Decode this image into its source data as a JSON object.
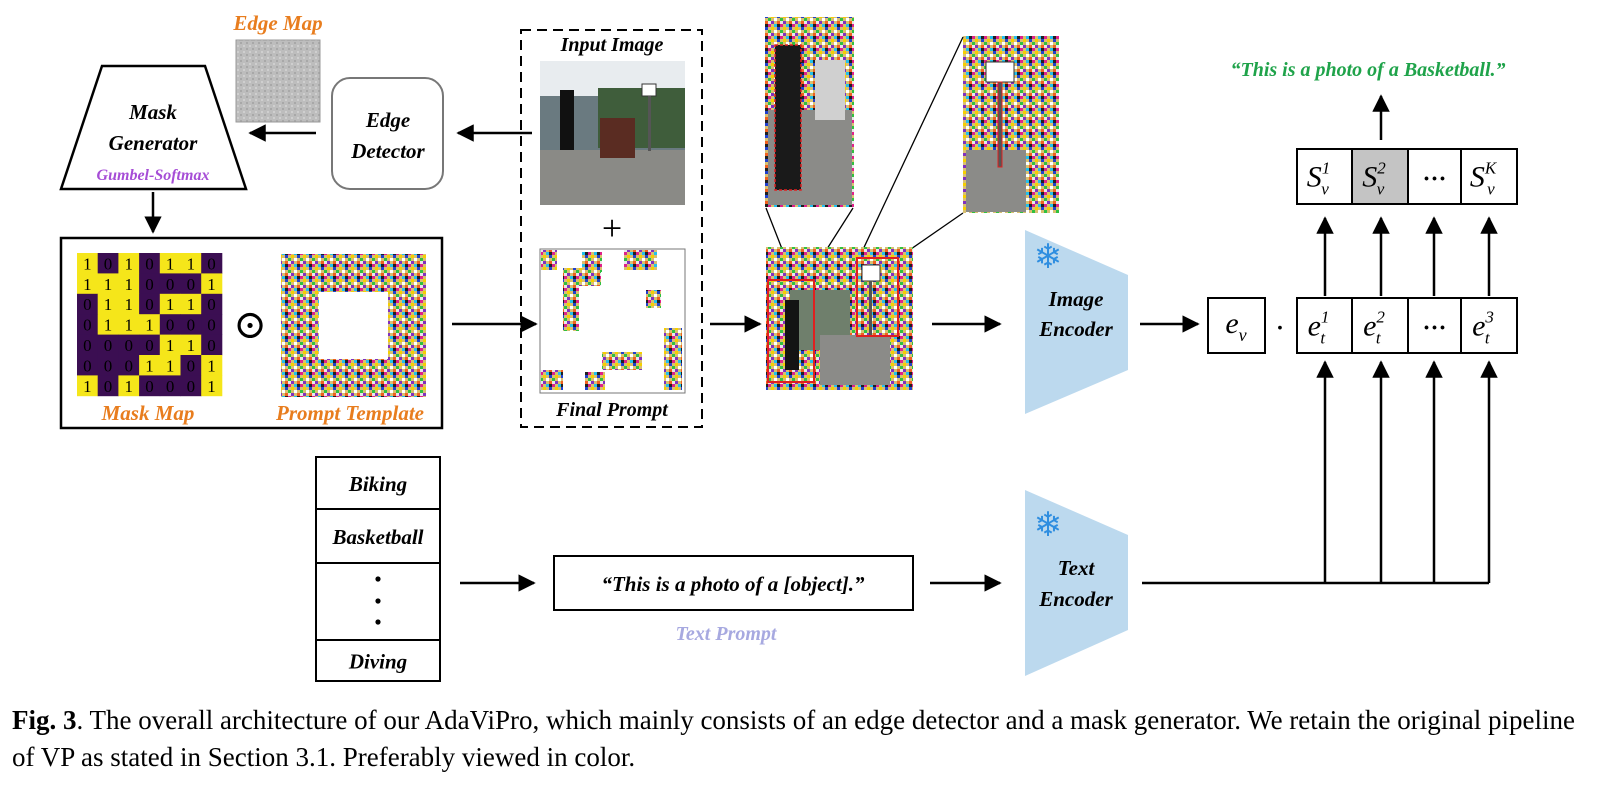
{
  "labels": {
    "edge_map": "Edge Map",
    "mask_generator_1": "Mask",
    "mask_generator_2": "Generator",
    "gumbel": "Gumbel-Softmax",
    "edge_detector_1": "Edge",
    "edge_detector_2": "Detector",
    "input_image": "Input Image",
    "plus": "+",
    "final_prompt": "Final Prompt",
    "mask_map": "Mask Map",
    "prompt_template": "Prompt Template",
    "odot": "⊙",
    "image_encoder_1": "Image",
    "image_encoder_2": "Encoder",
    "text_encoder_1": "Text",
    "text_encoder_2": "Encoder",
    "output_sentence": "“This is a photo of a Basketball.”",
    "text_prompt_template": "“This is a photo of a [object].”",
    "text_prompt_caption": "Text Prompt",
    "dot_operator": "·",
    "ellipsis": "···"
  },
  "class_list": [
    "Biking",
    "Basketball",
    "⋮",
    "Diving"
  ],
  "mask_grid": [
    [
      "1",
      "0",
      "1",
      "0",
      "1",
      "1",
      "0"
    ],
    [
      "1",
      "1",
      "1",
      "0",
      "0",
      "0",
      "1"
    ],
    [
      "0",
      "1",
      "1",
      "0",
      "1",
      "1",
      "0"
    ],
    [
      "0",
      "1",
      "1",
      "1",
      "0",
      "0",
      "0"
    ],
    [
      "0",
      "0",
      "0",
      "0",
      "1",
      "1",
      "0"
    ],
    [
      "0",
      "0",
      "0",
      "1",
      "1",
      "0",
      "1"
    ],
    [
      "1",
      "0",
      "1",
      "0",
      "0",
      "0",
      "1"
    ]
  ],
  "similarity_cells": [
    {
      "base": "S",
      "sub": "v",
      "sup": "1",
      "highlight": false
    },
    {
      "base": "S",
      "sub": "v",
      "sup": "2",
      "highlight": true
    },
    {
      "base": "···",
      "sub": "",
      "sup": "",
      "highlight": false
    },
    {
      "base": "S",
      "sub": "v",
      "sup": "K",
      "highlight": false
    }
  ],
  "text_embedding_cells": [
    {
      "base": "e",
      "sub": "t",
      "sup": "1"
    },
    {
      "base": "e",
      "sub": "t",
      "sup": "2"
    },
    {
      "base": "···",
      "sub": "",
      "sup": ""
    },
    {
      "base": "e",
      "sub": "t",
      "sup": "3"
    }
  ],
  "image_embedding": {
    "base": "e",
    "sub": "v"
  },
  "caption": {
    "label": "Fig. 3",
    "text": ".   The overall architecture of our AdaViPro, which mainly consists of an edge detector and a mask generator. We retain the original pipeline of VP as stated in Section 3.1. Preferably viewed in color."
  },
  "colors": {
    "orange": "#e87d1e",
    "purple": "#a64dd6",
    "green": "#1fa34a",
    "light_blue_text": "#a7a9e0",
    "encoder_fill": "#bcd9ee",
    "snowflake": "#2f8ee0",
    "mask_yellow": "#f5e61a",
    "mask_purple": "#3b0e52",
    "highlight_gray": "#c4c4c4",
    "bbox_red": "#e02020"
  }
}
